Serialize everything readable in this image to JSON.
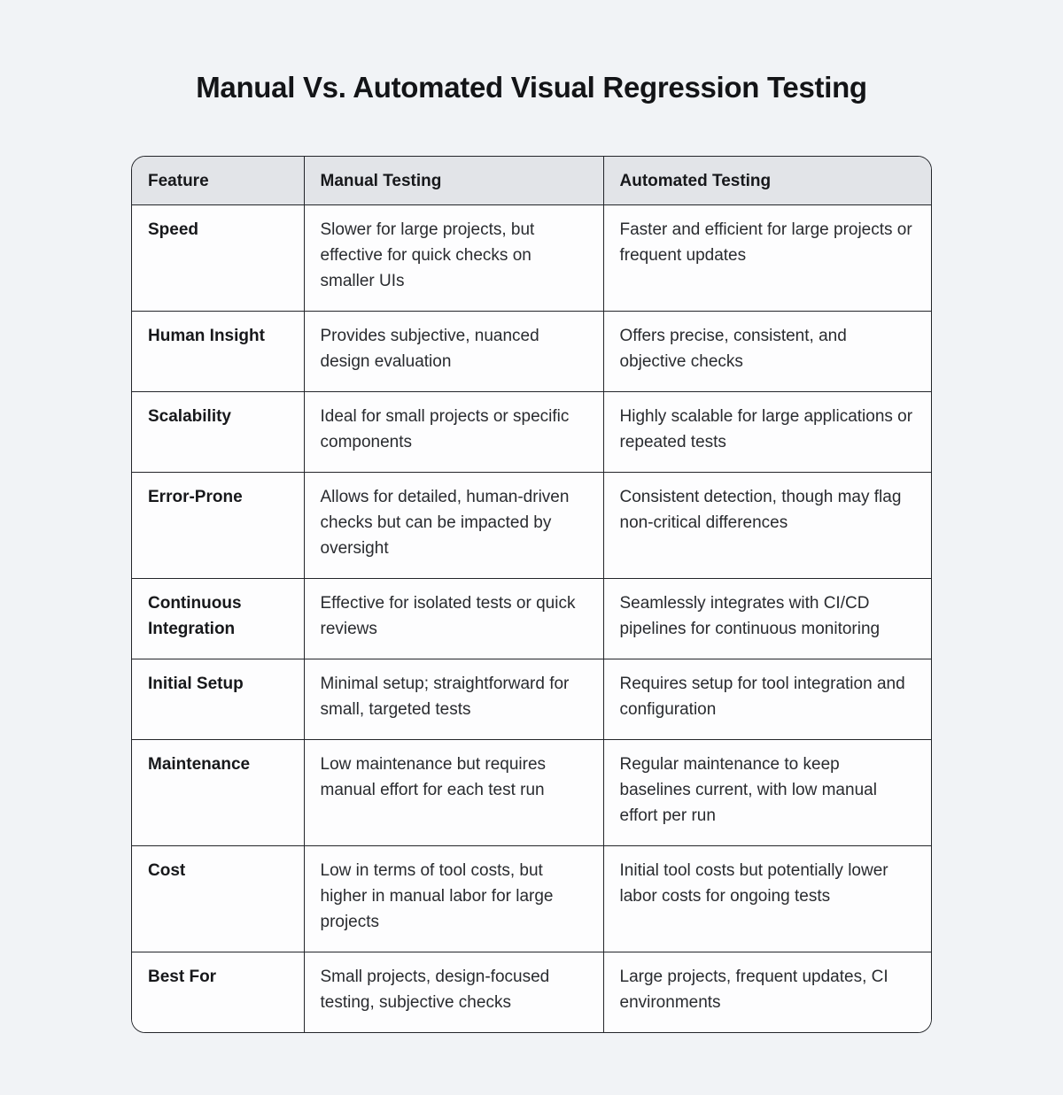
{
  "page": {
    "title": "Manual Vs. Automated Visual Regression Testing"
  },
  "colors": {
    "page_background": "#f1f3f6",
    "header_background": "#e2e4e8",
    "cell_background": "#fdfdfe",
    "border": "#23252a",
    "title_text": "#131417",
    "body_text": "#292b2f"
  },
  "table": {
    "headers": [
      "Feature",
      "Manual Testing",
      "Automated Testing"
    ],
    "rows": [
      {
        "feature": "Speed",
        "manual": "Slower for large projects, but effective for quick checks on smaller UIs",
        "automated": "Faster and efficient for large projects or frequent updates"
      },
      {
        "feature": "Human Insight",
        "manual": "Provides subjective, nuanced design evaluation",
        "automated": "Offers precise, consistent, and objective checks"
      },
      {
        "feature": "Scalability",
        "manual": "Ideal for small projects or specific components",
        "automated": "Highly scalable for large applications or repeated tests"
      },
      {
        "feature": "Error-Prone",
        "manual": "Allows for detailed, human-driven checks but can be impacted by oversight",
        "automated": "Consistent detection, though may flag non-critical differences"
      },
      {
        "feature": "Continuous Integration",
        "manual": "Effective for isolated tests or quick reviews",
        "automated": "Seamlessly integrates with CI/CD pipelines for continuous monitoring"
      },
      {
        "feature": "Initial Setup",
        "manual": "Minimal setup; straightforward for small, targeted tests",
        "automated": "Requires setup for tool integration and configuration"
      },
      {
        "feature": "Maintenance",
        "manual": "Low maintenance but requires manual effort for each test run",
        "automated": "Regular maintenance to keep baselines current, with low manual effort per run"
      },
      {
        "feature": "Cost",
        "manual": "Low in terms of tool costs, but higher in manual labor for large projects",
        "automated": "Initial tool costs but potentially lower labor costs for ongoing tests"
      },
      {
        "feature": "Best For",
        "manual": "Small projects, design-focused testing, subjective checks",
        "automated": "Large projects, frequent updates, CI environments"
      }
    ]
  }
}
